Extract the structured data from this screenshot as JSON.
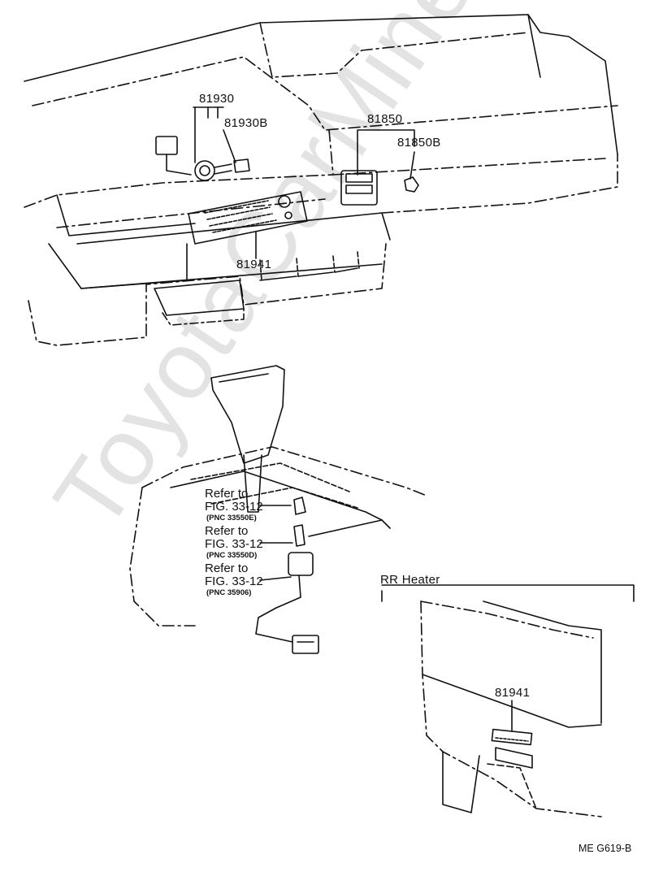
{
  "parts": {
    "p81930": "81930",
    "p81930B": "81930B",
    "p81850": "81850",
    "p81850B": "81850B",
    "p81941_top": "81941",
    "p81941_rr": "81941"
  },
  "refs": [
    {
      "line1": "Refer to",
      "line2": "FIG. 33-12",
      "pnc": "(PNC 33550E)"
    },
    {
      "line1": "Refer to",
      "line2": "FIG. 33-12",
      "pnc": "(PNC 33550D)"
    },
    {
      "line1": "Refer to",
      "line2": "FIG. 33-12",
      "pnc": "(PNC 35906)"
    }
  ],
  "section": {
    "rr_heater": "RR Heater"
  },
  "figure_code": "ME  G619-B",
  "watermark": "ToyotaCarMine.ru",
  "colors": {
    "ink": "#111111",
    "paper": "#ffffff",
    "watermark": "#d9d9d9"
  }
}
